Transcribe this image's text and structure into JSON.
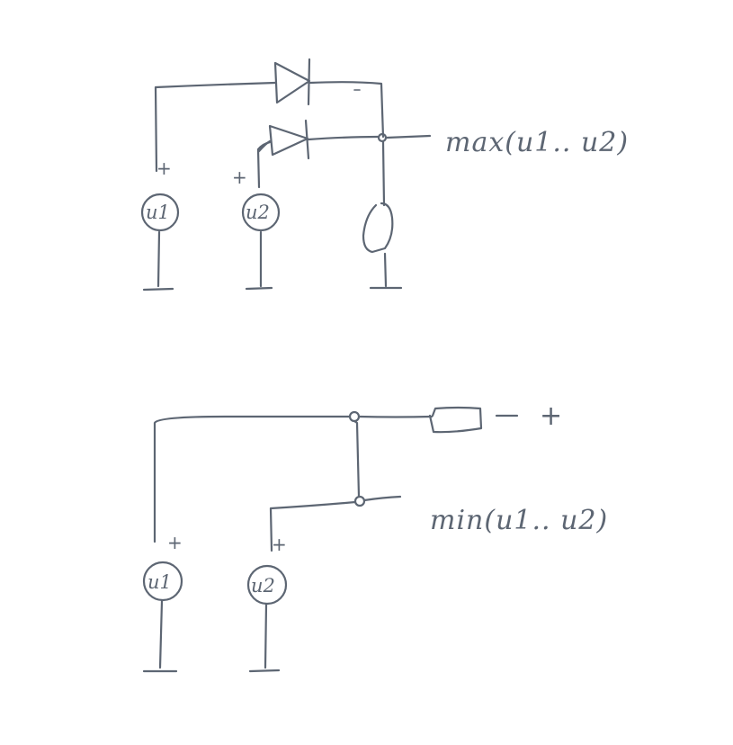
{
  "colors": {
    "ink": "#5d6673",
    "paper": "#ffffff"
  },
  "max_circuit": {
    "source1_label": "u1",
    "source2_label": "u2",
    "source1_sign": "+",
    "source2_sign": "+",
    "diode_cathode_mark": "-",
    "output_label": "max(u1.. u2)"
  },
  "min_circuit": {
    "source1_label": "u1",
    "source2_label": "u2",
    "source1_sign": "+",
    "source2_sign": "+",
    "supply_sign": "+",
    "output_label": "min(u1.. u2)"
  }
}
